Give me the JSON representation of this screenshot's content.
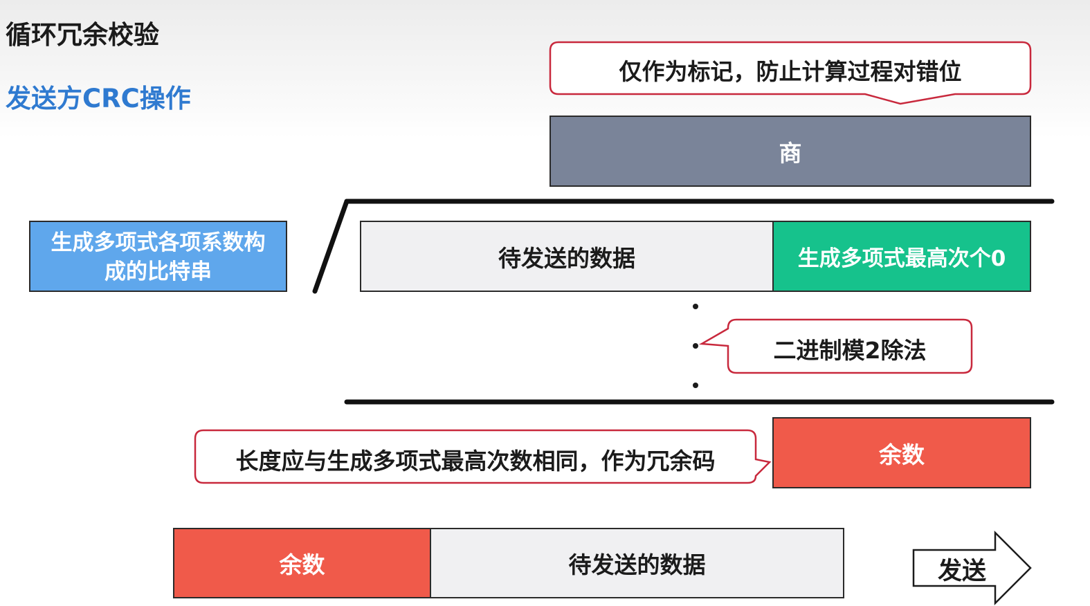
{
  "header": {
    "title": "循环冗余校验",
    "subtitle": "发送方CRC操作"
  },
  "diagram": {
    "marker_note": "仅作为标记，防止计算过程对错位",
    "quotient": "商",
    "generator_coefficients": "生成多项式各项系数构成的比特串",
    "data_to_send": "待发送的数据",
    "appended_zeros": "生成多项式最高次个0",
    "division_note": "二进制模2除法",
    "remainder_note": "长度应与生成多项式最高次数相同，作为冗余码",
    "remainder": "余数",
    "frame": {
      "remainder": "余数",
      "data": "待发送的数据"
    },
    "send_label": "发送"
  },
  "colors": {
    "quotient": "#7a8499",
    "generator_box": "#5fa7ec",
    "zeros_box": "#16c28c",
    "remainder_box": "#f05a4a",
    "data_box": "#f0f0f2",
    "callout_border": "#c8283c",
    "subtitle": "#2f7ad0"
  }
}
